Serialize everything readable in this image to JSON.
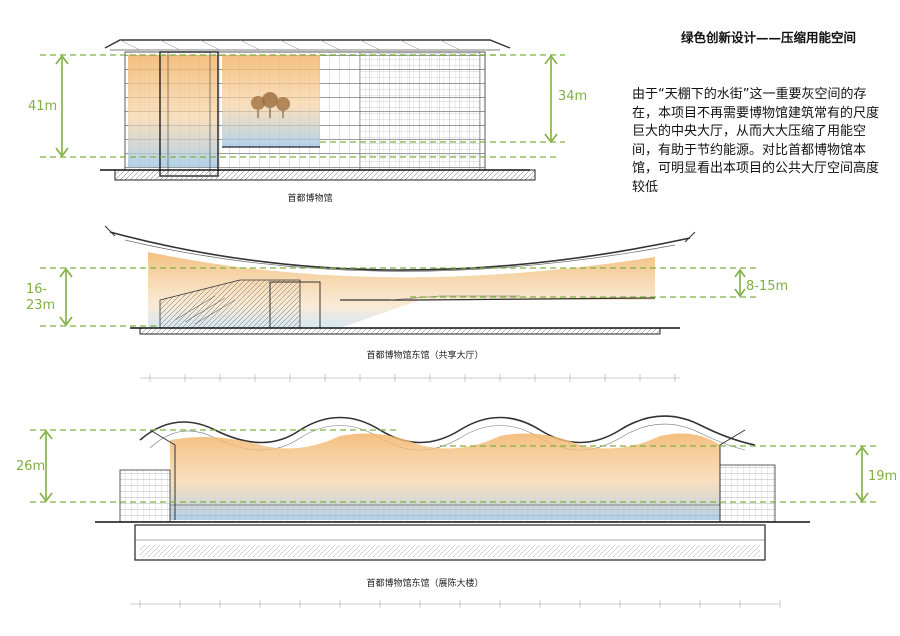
{
  "page": {
    "title": "绿色创新设计——压缩用能空间",
    "description": "由于“天棚下的水街”这一重要灰空间的存在，本项目不再需要博物馆建筑常有的尺度巨大的中央大厅，从而大大压缩了用能空间，有助于节约能源。对比首都博物馆本馆，可明显看出本项目的公共大厅空间高度较低"
  },
  "sections": [
    {
      "caption": "首都博物馆",
      "left_dim": "41m",
      "right_dim": "34m"
    },
    {
      "caption": "首都博物馆东馆（共享大厅）",
      "left_dim_line1": "16-",
      "left_dim_line2": "23m",
      "right_dim": "8-15m"
    },
    {
      "caption": "首都博物馆东馆（展陈大楼）",
      "left_dim": "26m",
      "right_dim": "19m"
    }
  ],
  "colors": {
    "accent": "#7fb041",
    "warm": "#f2b46a",
    "cool": "#9fc6e6"
  }
}
